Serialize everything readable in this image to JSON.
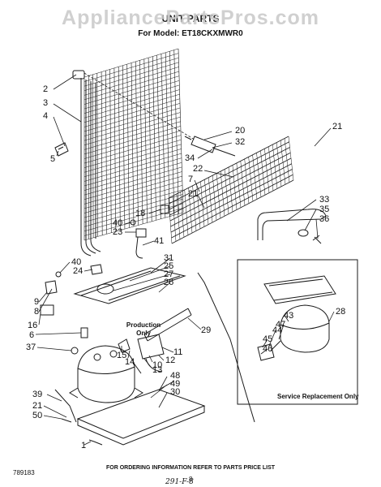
{
  "header": {
    "watermark": "AppliancePartsPros.com",
    "title": "UNIT PARTS",
    "model_line": "For Model: ET18CKXMWR0"
  },
  "callouts": [
    {
      "id": "c2a",
      "text": "2"
    },
    {
      "id": "c3",
      "text": "3"
    },
    {
      "id": "c4",
      "text": "4"
    },
    {
      "id": "c5",
      "text": "5"
    },
    {
      "id": "c20",
      "text": "20"
    },
    {
      "id": "c32",
      "text": "32"
    },
    {
      "id": "c21a",
      "text": "21"
    },
    {
      "id": "c34",
      "text": "34"
    },
    {
      "id": "c22",
      "text": "22"
    },
    {
      "id": "c7",
      "text": "7"
    },
    {
      "id": "c21b",
      "text": "21"
    },
    {
      "id": "c33",
      "text": "33"
    },
    {
      "id": "c35",
      "text": "35"
    },
    {
      "id": "c36",
      "text": "36"
    },
    {
      "id": "c18",
      "text": "18"
    },
    {
      "id": "c40a",
      "text": "40"
    },
    {
      "id": "c23",
      "text": "23"
    },
    {
      "id": "c41",
      "text": "41"
    },
    {
      "id": "c31",
      "text": "31"
    },
    {
      "id": "c25",
      "text": "25"
    },
    {
      "id": "c27",
      "text": "27"
    },
    {
      "id": "c26",
      "text": "26"
    },
    {
      "id": "c40b",
      "text": "40"
    },
    {
      "id": "c24",
      "text": "24"
    },
    {
      "id": "c9",
      "text": "9"
    },
    {
      "id": "c8",
      "text": "8"
    },
    {
      "id": "c16",
      "text": "16"
    },
    {
      "id": "c6",
      "text": "6"
    },
    {
      "id": "c37",
      "text": "37"
    },
    {
      "id": "c29",
      "text": "29"
    },
    {
      "id": "c15",
      "text": "15"
    },
    {
      "id": "c10",
      "text": "10"
    },
    {
      "id": "c11",
      "text": "11"
    },
    {
      "id": "c12",
      "text": "12"
    },
    {
      "id": "c13",
      "text": "13"
    },
    {
      "id": "c14",
      "text": "14"
    },
    {
      "id": "c28",
      "text": "28"
    },
    {
      "id": "c43",
      "text": "43"
    },
    {
      "id": "c47",
      "text": "47"
    },
    {
      "id": "c44",
      "text": "44"
    },
    {
      "id": "c45",
      "text": "45"
    },
    {
      "id": "c46",
      "text": "46"
    },
    {
      "id": "c39",
      "text": "39"
    },
    {
      "id": "c48",
      "text": "48"
    },
    {
      "id": "c49",
      "text": "49"
    },
    {
      "id": "c30",
      "text": "30"
    },
    {
      "id": "c21c",
      "text": "21"
    },
    {
      "id": "c50",
      "text": "50"
    },
    {
      "id": "c1",
      "text": "1"
    }
  ],
  "notes": {
    "production_only": "Production Only",
    "service_replacement_only": "Service Replacement Only"
  },
  "footer": {
    "figure_code": "789183",
    "instruction": "FOR ORDERING INFORMATION REFER TO PARTS PRICE LIST",
    "page_number": "8",
    "handwritten": "291-F-8"
  }
}
